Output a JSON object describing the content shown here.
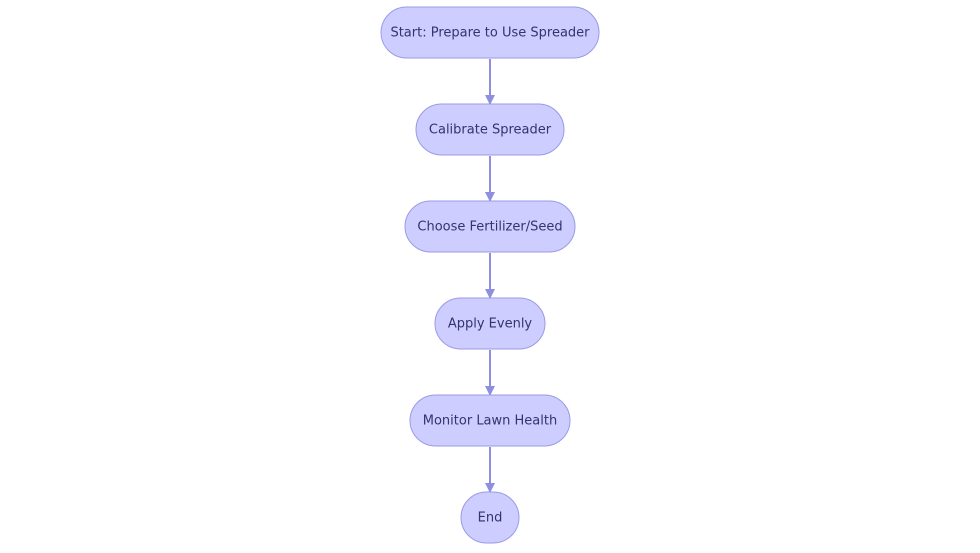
{
  "diagram": {
    "type": "flowchart",
    "direction": "top-to-bottom",
    "colors": {
      "node_fill": "#cdcdff",
      "node_stroke": "#9a9ae6",
      "edge": "#8f8fe0",
      "text": "#333370"
    },
    "nodes": [
      {
        "id": "start",
        "label": "Start: Prepare to Use Spreader"
      },
      {
        "id": "calibrate",
        "label": "Calibrate Spreader"
      },
      {
        "id": "choose",
        "label": "Choose Fertilizer/Seed"
      },
      {
        "id": "apply",
        "label": "Apply Evenly"
      },
      {
        "id": "monitor",
        "label": "Monitor Lawn Health"
      },
      {
        "id": "end",
        "label": "End"
      }
    ],
    "edges": [
      {
        "from": "start",
        "to": "calibrate"
      },
      {
        "from": "calibrate",
        "to": "choose"
      },
      {
        "from": "choose",
        "to": "apply"
      },
      {
        "from": "apply",
        "to": "monitor"
      },
      {
        "from": "monitor",
        "to": "end"
      }
    ]
  }
}
